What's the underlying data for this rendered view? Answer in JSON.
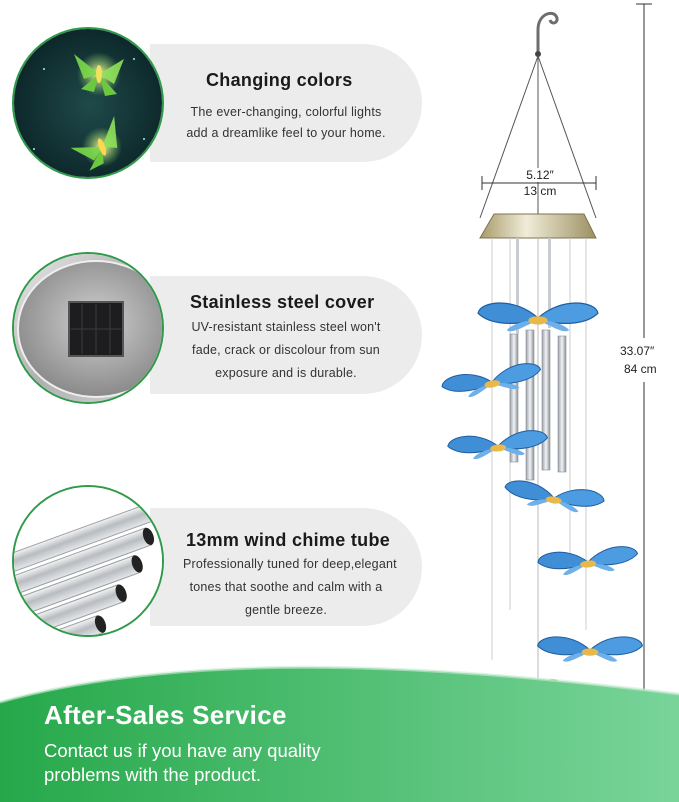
{
  "features": [
    {
      "title": "Changing colors",
      "lines": [
        "The ever-changing, colorful lights",
        "add a dreamlike feel to your home."
      ],
      "icon": "butterfly-lights-photo"
    },
    {
      "title": "Stainless steel cover",
      "lines": [
        "UV-resistant stainless steel won't",
        "fade, crack or discolour from sun",
        "exposure and is durable."
      ],
      "icon": "solar-panel-cover-photo"
    },
    {
      "title": "13mm wind chime tube",
      "lines": [
        "Professionally tuned for deep,elegant",
        "tones that soothe and calm with a",
        "gentle breeze."
      ],
      "icon": "chime-tubes-photo"
    }
  ],
  "dimensions": {
    "width_in": "5.12″",
    "width_cm": "13 cm",
    "height_in": "33.07″",
    "height_cm": "84 cm"
  },
  "footer": {
    "title": "After-Sales Service",
    "line1": "Contact us if you have any quality",
    "line2": "problems with the product."
  },
  "colors": {
    "accent_green": "#2f9a4a",
    "footer_green": "#3bb75a",
    "pill_gray": "#ececec",
    "butterfly_blue": "#3f8ed6"
  }
}
